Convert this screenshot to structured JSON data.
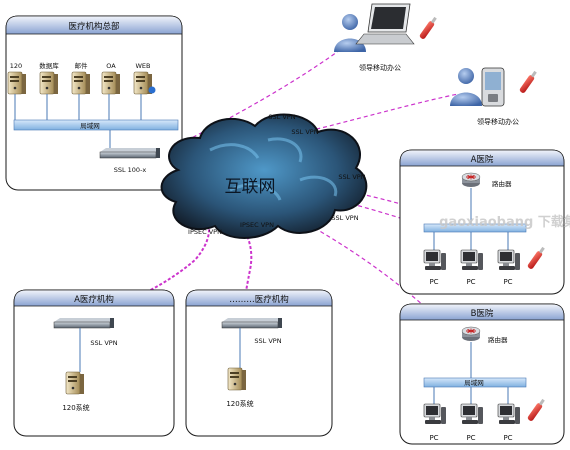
{
  "hq": {
    "title": "医疗机构总部",
    "servers": [
      "120",
      "数据库",
      "邮件",
      "OA",
      "WEB"
    ],
    "lan_label": "局域网",
    "gateway_label": "SSL 100-x"
  },
  "internet_label": "互联网",
  "mobile": [
    {
      "label": "领导移动办公"
    },
    {
      "label": "领导移动办公"
    }
  ],
  "hospital_a": {
    "title": "A医院",
    "router_label": "路由器",
    "pcs": [
      "PC",
      "PC",
      "PC"
    ]
  },
  "hospital_b": {
    "title": "B医院",
    "router_label": "路由器",
    "lan_label": "局域网",
    "pcs": [
      "PC",
      "PC",
      "PC"
    ]
  },
  "branch_a": {
    "title": "A医疗机构",
    "vpn_label": "SSL VPN",
    "system_label": "120系统"
  },
  "branch_b": {
    "title": "………医疗机构",
    "vpn_label": "SSL VPN",
    "system_label": "120系统"
  },
  "links": {
    "ssl_vpn_1": "SSL VPN",
    "ssl_vpn_2": "SSL VPN",
    "ssl_vpn_3": "SSL VPN",
    "ssl_vpn_4": "SSL VPN",
    "ipsec_1": "IPSEC VPN",
    "ipsec_2": "IPSEC VPN"
  },
  "watermark": "gaoxiaobang 下载集",
  "colors": {
    "box_border": "#1a1a1a",
    "header_top": "#e8eef8",
    "header_bottom": "#8fa9d6",
    "vpn_line": "#cc33cc",
    "cloud_dark": "#1f3550",
    "cloud_light": "#5fa8d6",
    "lan_bar": "#9cc3ea"
  }
}
